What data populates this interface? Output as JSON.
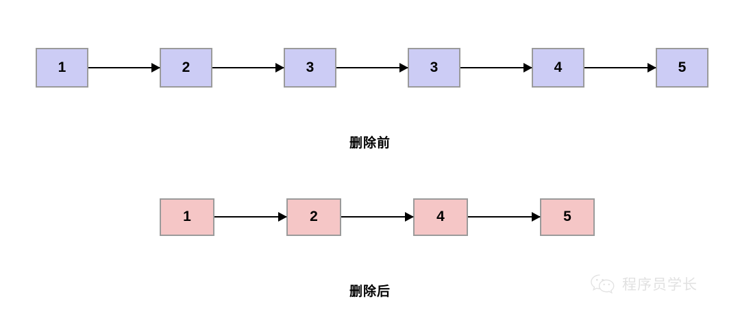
{
  "diagram": {
    "title_before": "删除前",
    "title_after": "删除后",
    "colors": {
      "node_before_fill": "#ccccf5",
      "node_after_fill": "#f5c6c6",
      "node_border": "#9a9a9a",
      "arrow": "#000000",
      "background": "#ffffff",
      "watermark": "#b9b9b9"
    },
    "list_before": {
      "caption": "删除前",
      "nodes": [
        {
          "value": "1"
        },
        {
          "value": "2"
        },
        {
          "value": "3"
        },
        {
          "value": "3"
        },
        {
          "value": "4"
        },
        {
          "value": "5"
        }
      ]
    },
    "list_after": {
      "caption": "删除后",
      "nodes": [
        {
          "value": "1"
        },
        {
          "value": "2"
        },
        {
          "value": "4"
        },
        {
          "value": "5"
        }
      ]
    }
  },
  "watermark": {
    "text": "程序员学长",
    "icon": "wechat-logo"
  }
}
